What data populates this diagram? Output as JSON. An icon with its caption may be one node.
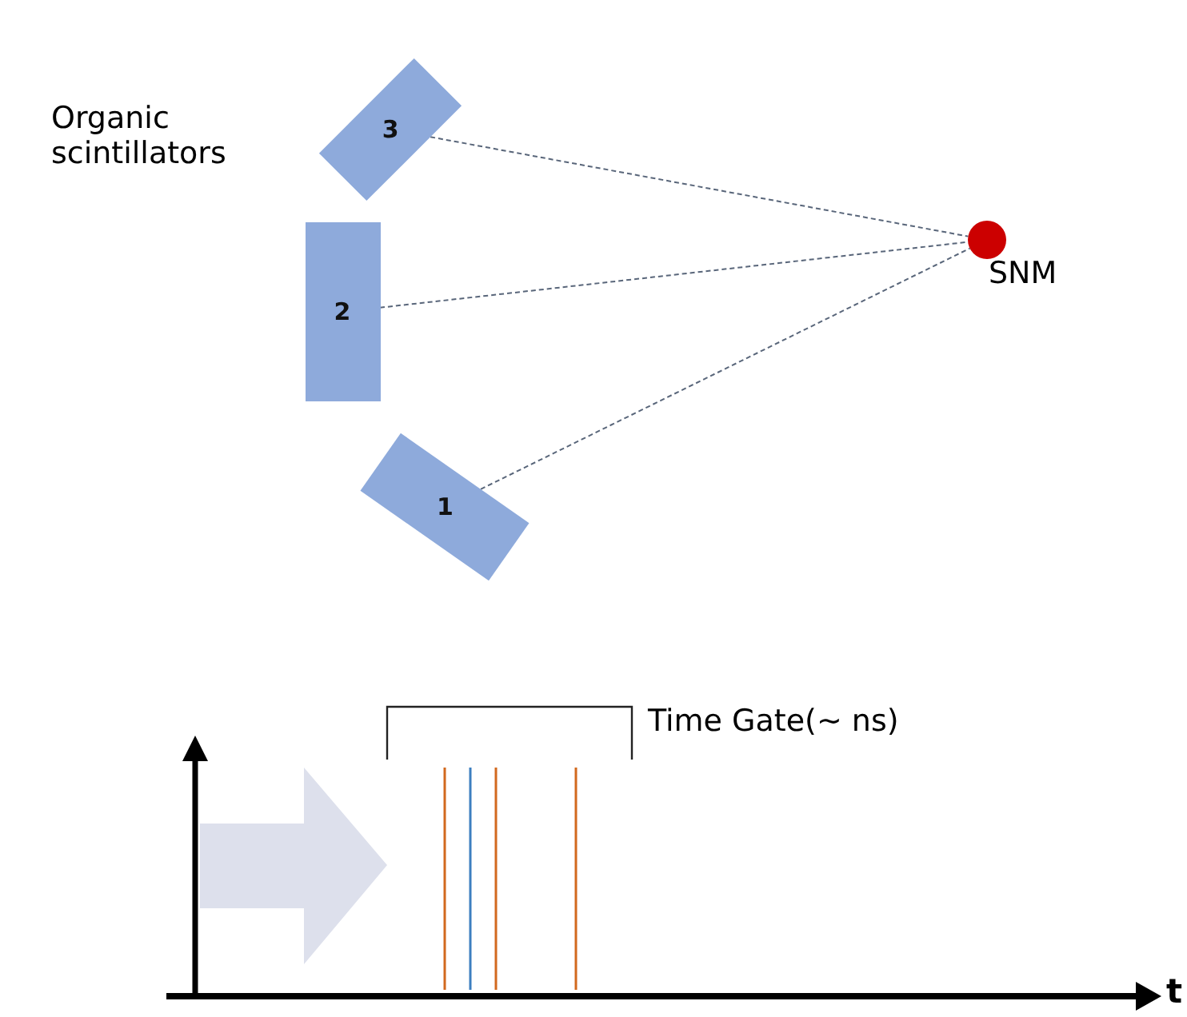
{
  "diagram": {
    "nodes": [
      {
        "text": [
          "3"
        ]
      },
      {
        "text": [
          "2"
        ]
      },
      {
        "text": [
          "1"
        ]
      },
      {
        "text": [],
        "shape": "circle",
        "beside": [
          "SNM"
        ]
      }
    ],
    "edges": [
      {
        "from": 0,
        "to": 3,
        "arrow": "none",
        "style": "dashed"
      },
      {
        "from": 1,
        "to": 3,
        "arrow": "none",
        "style": "dashed"
      },
      {
        "from": 2,
        "to": 3,
        "arrow": "none",
        "style": "dashed"
      }
    ],
    "labels": [
      "Organic scintillators",
      "Time Gate(~ ns)",
      "t"
    ]
  }
}
